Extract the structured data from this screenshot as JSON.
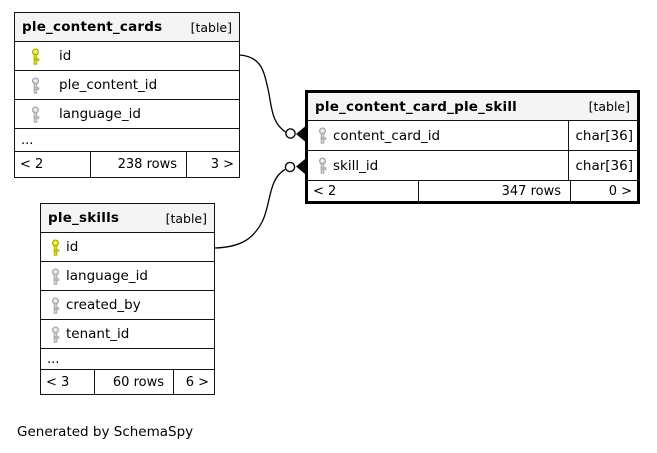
{
  "page": {
    "footer_note": "Generated by SchemaSpy",
    "background": "#ffffff"
  },
  "colors": {
    "primary_key": "#e3e300",
    "foreign_key": "#d6d6d6",
    "header_bg": "#f4f4f4",
    "border": "#000000",
    "line": "#000000"
  },
  "icons": {
    "primary_key": "yellow-key-icon",
    "foreign_key": "gray-key-icon"
  },
  "tables": [
    {
      "name": "ple_content_cards",
      "type_label": "[table]",
      "columns": [
        {
          "name": "id",
          "key": "primary"
        },
        {
          "name": "ple_content_id",
          "key": "foreign"
        },
        {
          "name": "language_id",
          "key": "foreign"
        }
      ],
      "ellipsis": "...",
      "footer": {
        "left": "< 2",
        "center": "238 rows",
        "right": "3 >"
      }
    },
    {
      "name": "ple_content_card_ple_skill",
      "type_label": "[table]",
      "columns": [
        {
          "name": "content_card_id",
          "key": "foreign",
          "type": "char[36]"
        },
        {
          "name": "skill_id",
          "key": "foreign",
          "type": "char[36]"
        }
      ],
      "footer": {
        "left": "< 2",
        "center": "347 rows",
        "right": "0 >"
      }
    },
    {
      "name": "ple_skills",
      "type_label": "[table]",
      "columns": [
        {
          "name": "id",
          "key": "primary"
        },
        {
          "name": "language_id",
          "key": "foreign"
        },
        {
          "name": "created_by",
          "key": "foreign"
        },
        {
          "name": "tenant_id",
          "key": "foreign"
        }
      ],
      "ellipsis": "...",
      "footer": {
        "left": "< 3",
        "center": "60 rows",
        "right": "6 >"
      }
    }
  ],
  "relationships": [
    {
      "from_table": "ple_content_cards",
      "from_column": "id",
      "to_table": "ple_content_card_ple_skill",
      "to_column": "content_card_id"
    },
    {
      "from_table": "ple_skills",
      "from_column": "id",
      "to_table": "ple_content_card_ple_skill",
      "to_column": "skill_id"
    }
  ]
}
